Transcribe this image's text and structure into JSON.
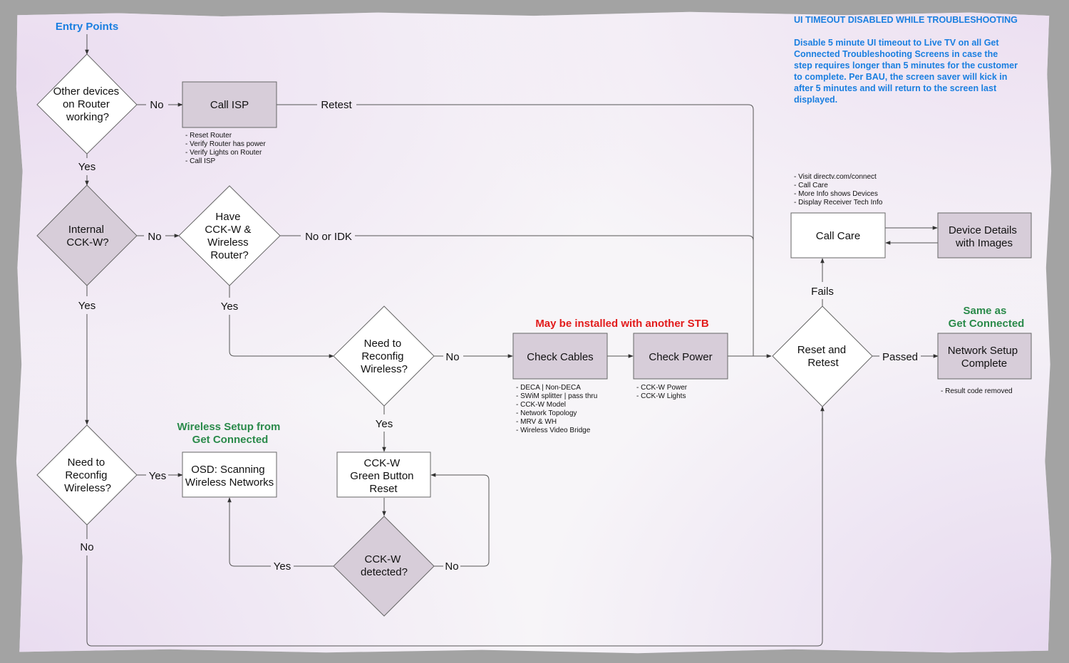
{
  "header": {
    "entry_points": "Entry Points",
    "timeout_title": "UI TIMEOUT DISABLED WHILE TROUBLESHOOTING",
    "timeout_body": [
      "Disable 5 minute UI timeout to Live TV on all Get",
      "Connected Troubleshooting Screens in case the",
      "step requires longer than 5 minutes for the customer",
      "to complete. Per BAU, the screen saver will kick in",
      "after 5 minutes and will return to the screen last",
      "displayed."
    ]
  },
  "annotations": {
    "wireless_setup": [
      "Wireless Setup from",
      "Get Connected"
    ],
    "may_be_installed": "May be installed with another STB",
    "same_as": [
      "Same as",
      "Get Connected"
    ]
  },
  "nodes": {
    "other_devices": [
      "Other devices",
      "on Router",
      "working?"
    ],
    "call_isp": [
      "Call ISP"
    ],
    "internal_cckw": [
      "Internal",
      "CCK-W?"
    ],
    "have_cckw": [
      "Have",
      "CCK-W &",
      "Wireless",
      "Router?"
    ],
    "need_reconfig_mid": [
      "Need to",
      "Reconfig",
      "Wireless?"
    ],
    "check_cables": [
      "Check Cables"
    ],
    "check_power": [
      "Check Power"
    ],
    "reset_retest": [
      "Reset and",
      "Retest"
    ],
    "network_setup": [
      "Network Setup",
      "Complete"
    ],
    "call_care": [
      "Call Care"
    ],
    "device_details": [
      "Device Details",
      "with Images"
    ],
    "need_reconfig_left": [
      "Need to",
      "Reconfig",
      "Wireless?"
    ],
    "osd_scanning": [
      "OSD: Scanning",
      "Wireless Networks"
    ],
    "cckw_green": [
      "CCK-W",
      "Green Button",
      "Reset"
    ],
    "cckw_detected": [
      "CCK-W",
      "detected?"
    ]
  },
  "edge_labels": {
    "no_1": "No",
    "retest": "Retest",
    "yes_1": "Yes",
    "no_2": "No",
    "no_or_idk": "No or IDK",
    "yes_2": "Yes",
    "yes_3": "Yes",
    "no_3": "No",
    "yes_4": "Yes",
    "fails": "Fails",
    "passed": "Passed",
    "yes_5": "Yes",
    "no_4": "No",
    "yes_6": "Yes",
    "no_5": "No"
  },
  "notes": {
    "call_isp": [
      "- Reset Router",
      "- Verify Router has power",
      "- Verify Lights on Router",
      "- Call ISP"
    ],
    "call_care": [
      "- Visit directv.com/connect",
      "- Call Care",
      "- More Info shows Devices",
      "- Display Receiver Tech Info"
    ],
    "check_cables": [
      "- DECA | Non-DECA",
      "- SWiM splitter | pass thru",
      "- CCK-W Model",
      "- Network Topology",
      "- MRV & WH",
      "- Wireless Video Bridge"
    ],
    "check_power": [
      "- CCK-W Power",
      "- CCK-W Lights"
    ],
    "network_setup": [
      "- Result code removed"
    ]
  },
  "colors": {
    "highlight_fill": "#d7cdd9",
    "plain_fill": "#ffffff",
    "stroke": "#666666",
    "blue": "#1a7fe0",
    "green": "#2a8a4a",
    "red": "#e21b1b"
  }
}
